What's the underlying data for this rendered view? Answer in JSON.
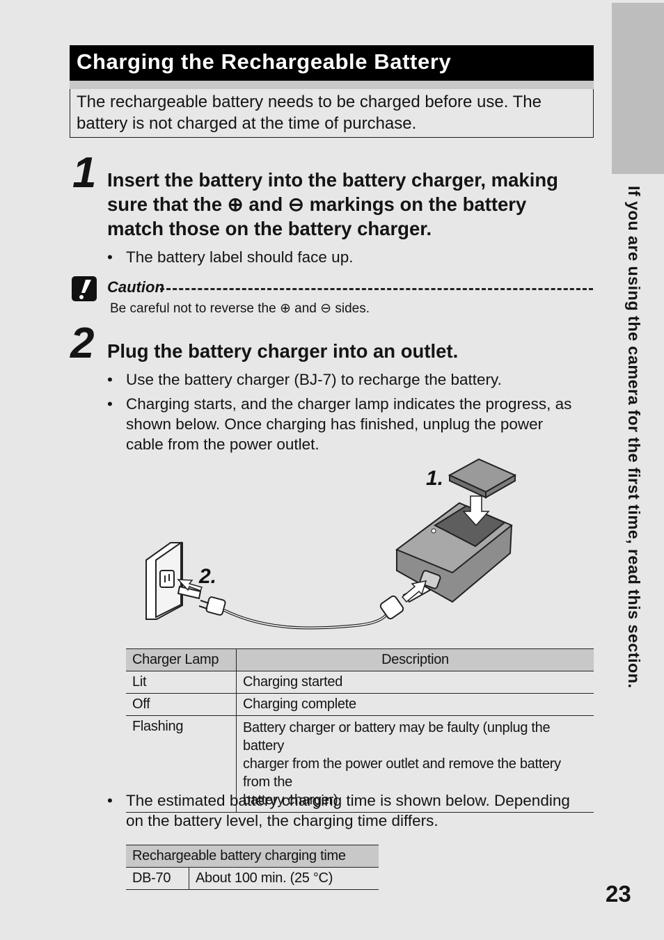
{
  "side_tab": {
    "text": "If you are using the camera for the first time, read this section."
  },
  "title": "Charging the Rechargeable Battery",
  "intro": {
    "line1": "The rechargeable battery needs to be charged before use. The",
    "line2": "battery is not charged at the time of purchase."
  },
  "step1": {
    "number": "1",
    "heading_line1": "Insert the battery into the battery charger, making",
    "heading_line2": "sure that the ⊕ and ⊖ markings on the battery",
    "heading_line3": "match those on the battery charger.",
    "bullets": [
      "The battery label should face up."
    ]
  },
  "caution": {
    "title": "Caution",
    "icon": "caution-icon",
    "body": "Be careful not to reverse the ⊕ and ⊖ sides."
  },
  "step2": {
    "number": "2",
    "heading": "Plug the battery charger into an outlet.",
    "bullet1": "Use the battery charger (BJ-7) to recharge the battery.",
    "bullet2_line1": "Charging starts, and the charger lamp indicates the progress, as",
    "bullet2_line2": "shown below. Once charging has finished, unplug the power",
    "bullet2_line3": "cable from the power outlet."
  },
  "illustration": {
    "label1": "1.",
    "label2": "2."
  },
  "lamp_table": {
    "headers": [
      "Charger Lamp",
      "Description"
    ],
    "rows": [
      {
        "lamp": "Lit",
        "description": "Charging started"
      },
      {
        "lamp": "Off",
        "description": "Charging complete"
      },
      {
        "lamp": "Flashing",
        "description_line1": "Battery charger or battery may be faulty (unplug the battery",
        "description_line2": "charger from the power outlet and remove the battery from the",
        "description_line3": "battery charger)."
      }
    ]
  },
  "estimate_bullet": {
    "line1": "The estimated battery charging time is shown below. Depending",
    "line2": "on the battery level, the charging time differs."
  },
  "time_table": {
    "header": "Rechargeable battery charging time",
    "battery": "DB-70",
    "time": "About 100 min. (25 °C)"
  },
  "page_number": "23"
}
